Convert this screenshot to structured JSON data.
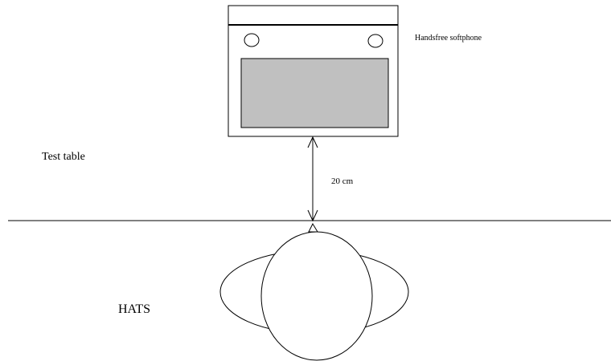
{
  "labels": {
    "device": "Handsfree softphone",
    "table": "Test table",
    "distance": "20 cm",
    "hats": "HATS"
  },
  "colors": {
    "background": "#ffffff",
    "stroke": "#000000",
    "screen": "#c0c0c0"
  }
}
